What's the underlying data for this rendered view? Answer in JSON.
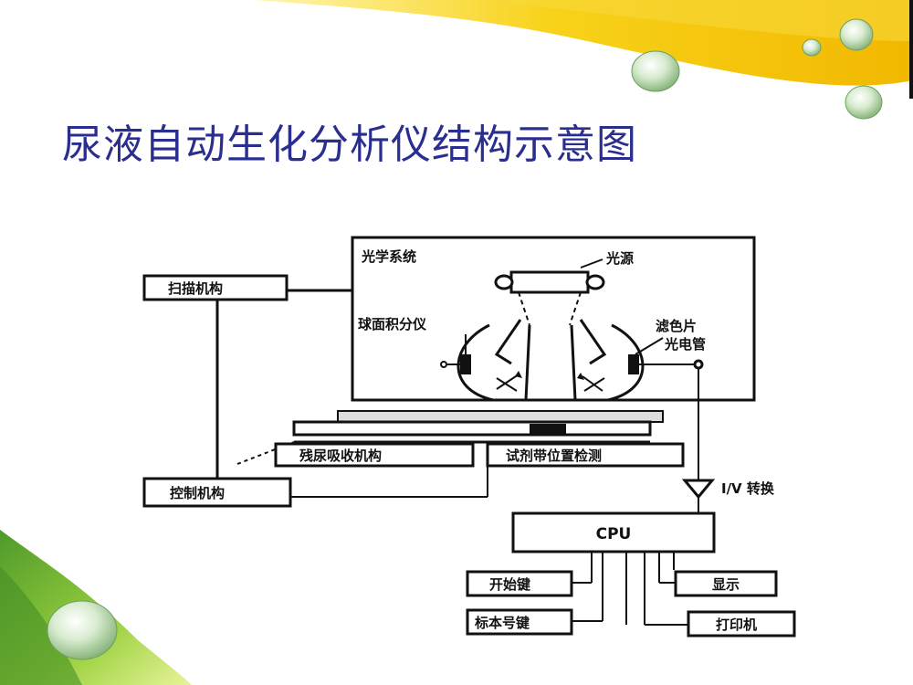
{
  "slide": {
    "title": "尿液自动生化分析仪结构示意图"
  },
  "diagram": {
    "optical_system": "光学系统",
    "light_source": "光源",
    "integrating_sphere": "球面积分仪",
    "color_filter": "滤色片",
    "photomultiplier": "光电管",
    "scanning_mechanism": "扫描机构",
    "control_mechanism": "控制机构",
    "residual_urine_mechanism": "残尿吸收机构",
    "strip_position_detection": "试剂带位置检测",
    "iv_conversion": "I/V 转换",
    "cpu": "CPU",
    "start_key": "开始键",
    "specimen_number_key": "标本号键",
    "display": "显示",
    "printer": "打印机"
  },
  "colors": {
    "title": "#2a2f8f",
    "banner_yellow": "#f6c400",
    "banner_green": "#8cc63e"
  }
}
